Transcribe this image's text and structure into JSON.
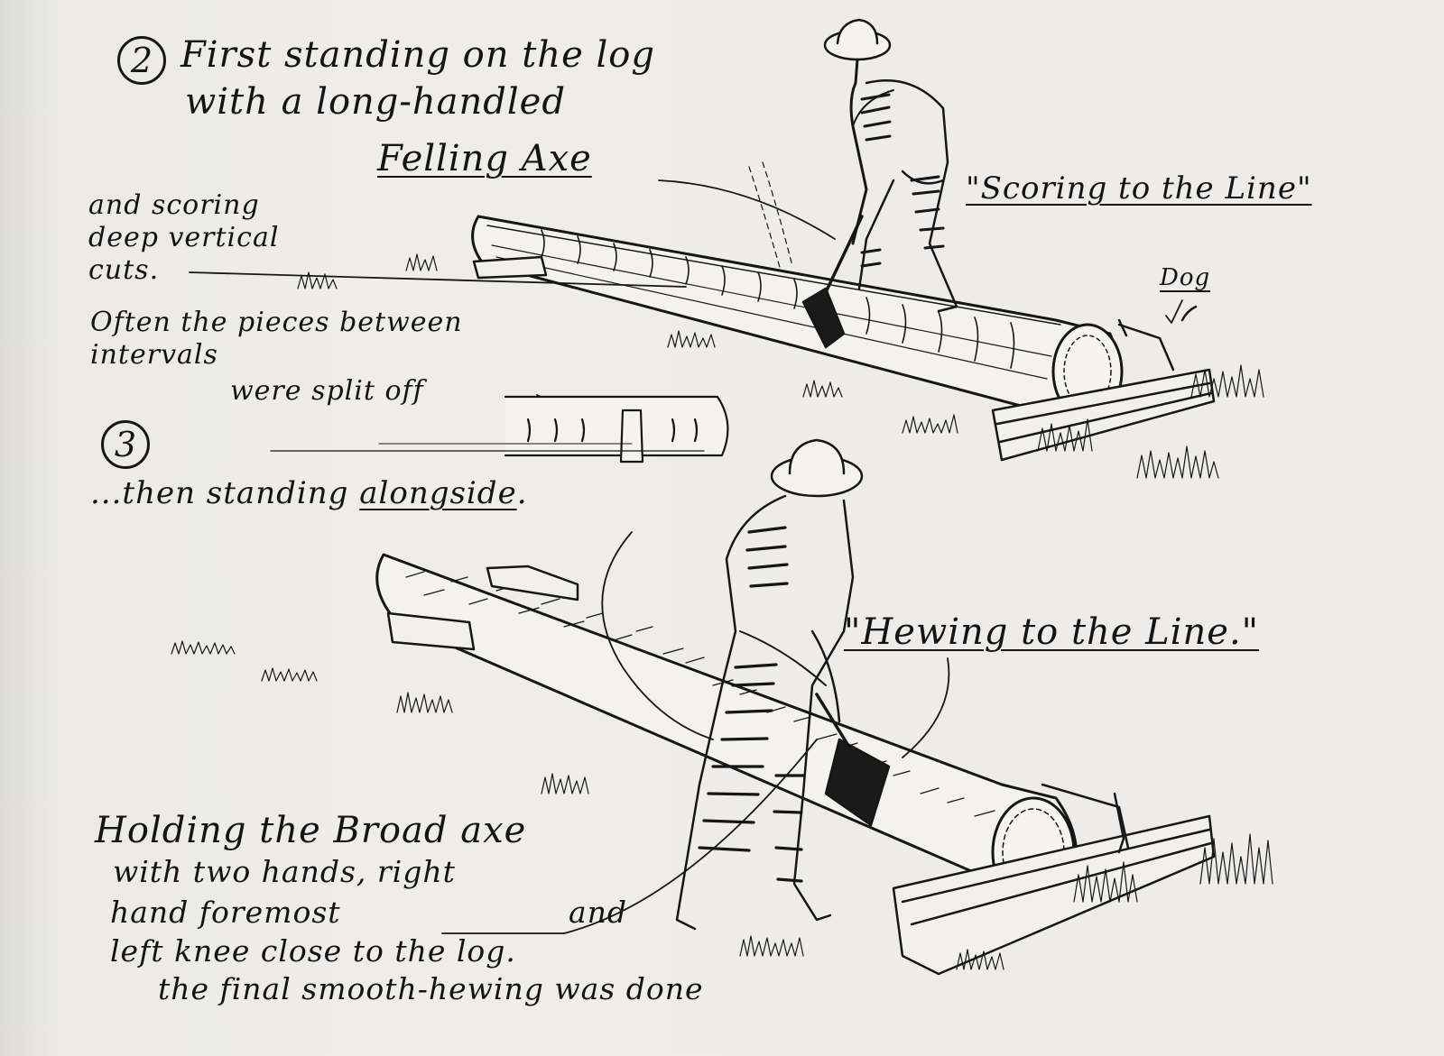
{
  "step2": {
    "number": "2",
    "line1": "First standing on the log",
    "line2": "with a long-handled",
    "tool": "Felling Axe",
    "desc1": "and scoring",
    "desc2": "deep vertical",
    "desc3": "cuts.",
    "often1": "Often the pieces between",
    "often2": "intervals",
    "often3": "were split off",
    "caption": "\"Scoring to the Line\"",
    "dog": "Dog"
  },
  "step3": {
    "number": "3",
    "intro_prefix": "...then standing ",
    "intro_word": "alongside",
    "intro_suffix": ".",
    "caption": "\"Hewing to the Line.\"",
    "hold1": "Holding the Broad axe",
    "hold2": "with two hands, right",
    "hold3": "hand foremost",
    "hold3b": "and",
    "hold4": "left knee close to the log.",
    "hold5": "the final smooth-hewing was done"
  },
  "colors": {
    "ink": "#161616",
    "paper": "#edece9"
  }
}
